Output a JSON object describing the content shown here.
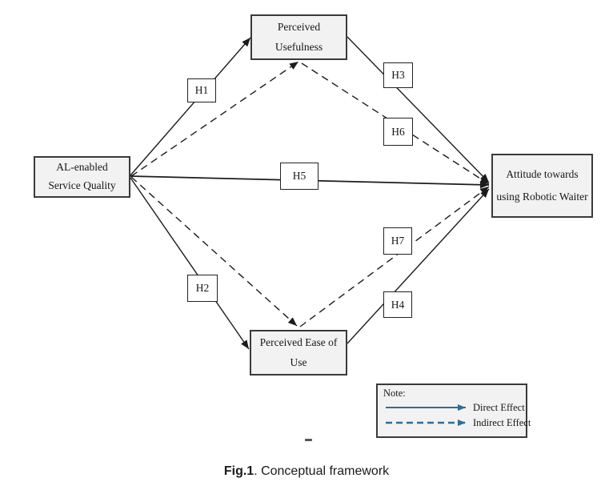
{
  "figure": {
    "type": "conceptual-framework-diagram",
    "nodes": {
      "service_quality": {
        "line1": "AL-enabled",
        "line2": "Service Quality"
      },
      "perceived_usefulness": {
        "line1": "Perceived",
        "line2": "Usefulness"
      },
      "perceived_ease_of_use": {
        "line1": "Perceived Ease of",
        "line2": "Use"
      },
      "attitude": {
        "line1": "Attitude towards",
        "line2": "using Robotic Waiter"
      }
    },
    "hypotheses": {
      "h1": "H1",
      "h2": "H2",
      "h3": "H3",
      "h4": "H4",
      "h5": "H5",
      "h6": "H6",
      "h7": "H7"
    },
    "edges": [
      {
        "from": "service_quality",
        "to": "perceived_usefulness",
        "style": "solid",
        "label": "H1"
      },
      {
        "from": "service_quality",
        "to": "perceived_ease_of_use",
        "style": "solid",
        "label": "H2"
      },
      {
        "from": "perceived_usefulness",
        "to": "attitude",
        "style": "solid",
        "label": "H3"
      },
      {
        "from": "perceived_ease_of_use",
        "to": "attitude",
        "style": "solid",
        "label": "H4"
      },
      {
        "from": "service_quality",
        "to": "attitude",
        "style": "solid",
        "label": "H5"
      },
      {
        "from": "service_quality",
        "to": "perceived_usefulness",
        "style": "dashed",
        "label": ""
      },
      {
        "from": "perceived_usefulness",
        "to": "attitude",
        "style": "dashed",
        "label": "H6"
      },
      {
        "from": "service_quality",
        "to": "perceived_ease_of_use",
        "style": "dashed",
        "label": ""
      },
      {
        "from": "perceived_ease_of_use",
        "to": "attitude",
        "style": "dashed",
        "label": "H7"
      }
    ]
  },
  "legend": {
    "title": "Note:",
    "items": [
      {
        "style": "solid",
        "label": "Direct Effect"
      },
      {
        "style": "dashed",
        "label": "Indirect Effect"
      }
    ]
  },
  "caption": {
    "bold": "Fig.1",
    "rest": ". Conceptual framework"
  },
  "colors": {
    "line": "#1c1c1c",
    "node_fill": "#f2f2f2",
    "node_border": "#3a3a3a",
    "legend_arrow": "#2e6d96",
    "background": "#ffffff"
  }
}
